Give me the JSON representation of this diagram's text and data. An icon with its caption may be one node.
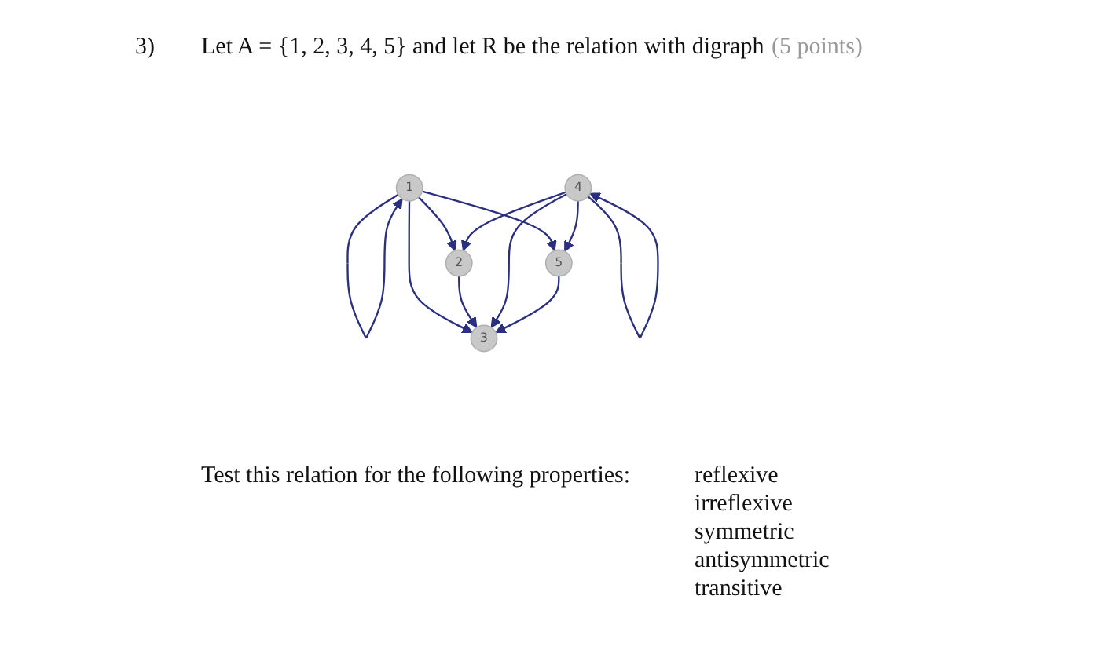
{
  "diagram": {
    "nodes": [
      {
        "text": [
          "1"
        ]
      },
      {
        "text": [
          "2"
        ]
      },
      {
        "text": [
          "3"
        ]
      },
      {
        "text": [
          "5"
        ]
      },
      {
        "text": [
          "4"
        ]
      }
    ],
    "edges": [
      {
        "from": 0,
        "to": 0,
        "arrow": "to"
      },
      {
        "from": 0,
        "to": 1,
        "arrow": "to"
      },
      {
        "from": 0,
        "to": 2,
        "arrow": "to"
      },
      {
        "from": 0,
        "to": 3,
        "arrow": "to"
      },
      {
        "from": 1,
        "to": 2,
        "arrow": "to"
      },
      {
        "from": 4,
        "to": 1,
        "arrow": "to"
      },
      {
        "from": 4,
        "to": 2,
        "arrow": "to"
      },
      {
        "from": 3,
        "to": 2,
        "arrow": "to"
      },
      {
        "from": 4,
        "to": 3,
        "arrow": "to"
      },
      {
        "from": 4,
        "to": 4,
        "arrow": "to"
      }
    ],
    "labels": [
      "3)",
      "Let A = {1, 2, 3, 4, 5} and let R be the relation with digraph",
      "(5 points)",
      "Test this relation for the following properties:",
      "reflexive",
      "irreflexive",
      "symmetric",
      "antisymmetric",
      "transitive"
    ]
  }
}
